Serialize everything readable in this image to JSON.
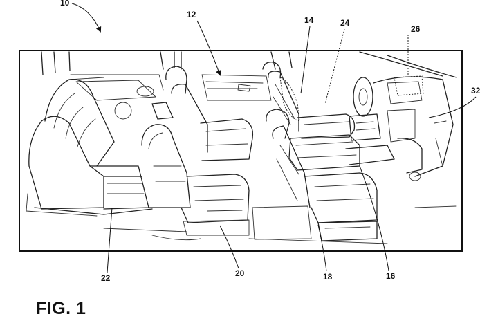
{
  "figure": {
    "caption": "FIG. 1",
    "references": {
      "vehicle": "10",
      "cabin": "12",
      "front_seat": "14",
      "console": "16",
      "passenger_seat": "18",
      "second_row": "20",
      "third_row": "22",
      "sensor": "24",
      "dash_unit": "26",
      "instrument_panel": "32"
    }
  },
  "colors": {
    "line": "#222222",
    "background": "#ffffff"
  }
}
